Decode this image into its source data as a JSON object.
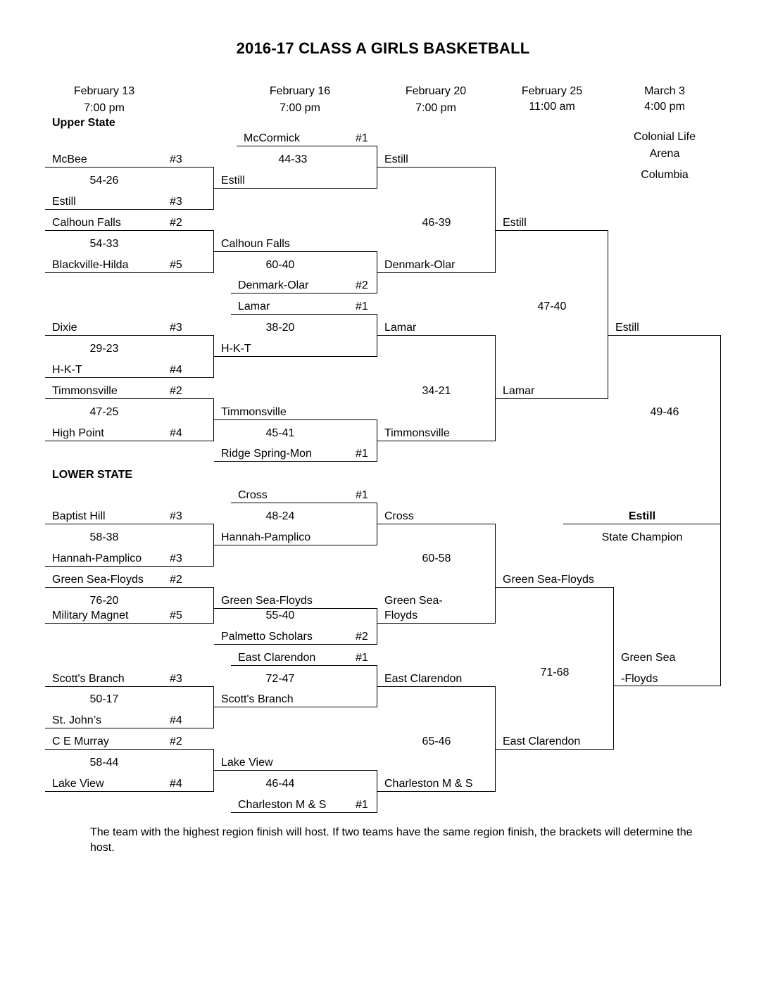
{
  "title": "2016-17 CLASS A GIRLS BASKETBALL",
  "dates": [
    {
      "date": "February 13",
      "time": "7:00 pm"
    },
    {
      "date": "February 16",
      "time": "7:00 pm"
    },
    {
      "date": "February 20",
      "time": "7:00 pm"
    },
    {
      "date": "February 25",
      "time": "11:00 am"
    },
    {
      "date": "March 3",
      "time": "4:00 pm"
    }
  ],
  "sections": {
    "upper": "Upper State",
    "lower": "LOWER STATE"
  },
  "venue": {
    "line1": "Colonial Life",
    "line2": "Arena",
    "line3": "Columbia"
  },
  "round1": {
    "g1": {
      "top": "McBee",
      "top_seed": "#3",
      "score": "54-26",
      "bottom": "Estill",
      "bottom_seed": "#3"
    },
    "g2": {
      "top": "Calhoun Falls",
      "top_seed": "#2",
      "score": "54-33",
      "bottom": "Blackville-Hilda",
      "bottom_seed": "#5"
    },
    "g3": {
      "top": "Dixie",
      "top_seed": "#3",
      "score": "29-23",
      "bottom": "H-K-T",
      "bottom_seed": "#4"
    },
    "g4": {
      "top": "Timmonsville",
      "top_seed": "#2",
      "score": "47-25",
      "bottom": "High Point",
      "bottom_seed": "#4"
    },
    "g5": {
      "top": "Baptist Hill",
      "top_seed": "#3",
      "score": "58-38",
      "bottom": "Hannah-Pamplico",
      "bottom_seed": "#3"
    },
    "g6": {
      "top": "Green Sea-Floyds",
      "top_seed": "#2",
      "score": "76-20",
      "bottom": "Military Magnet",
      "bottom_seed": "#5"
    },
    "g7": {
      "top": "Scott's Branch",
      "top_seed": "#3",
      "score": "50-17",
      "bottom": "St. John’s",
      "bottom_seed": "#4"
    },
    "g8": {
      "top": "C E Murray",
      "top_seed": "#2",
      "score": "58-44",
      "bottom": "Lake View",
      "bottom_seed": "#4"
    }
  },
  "round2": {
    "g1": {
      "seeded": "McCormick",
      "seed": "#1",
      "score": "44-33",
      "winner_r1": "Estill"
    },
    "g2": {
      "winner_r1": "Calhoun Falls",
      "score": "60-40",
      "seeded": "Denmark-Olar",
      "seed": "#2"
    },
    "g3": {
      "seeded": "Lamar",
      "seed": "#1",
      "score": "38-20",
      "winner_r1": "H-K-T"
    },
    "g4": {
      "winner_r1": "Timmonsville",
      "score": "45-41",
      "seeded": "Ridge Spring-Mon",
      "seed": "#1"
    },
    "g5": {
      "seeded": "Cross",
      "seed": "#1",
      "score": "48-24",
      "winner_r1": "Hannah-Pamplico"
    },
    "g6": {
      "winner_r1": "Green Sea-Floyds",
      "score": "55-40",
      "seeded": "Palmetto Scholars",
      "seed": "#2"
    },
    "g7": {
      "seeded": "East Clarendon",
      "seed": "#1",
      "score": "72-47",
      "winner_r1": "Scott's Branch"
    },
    "g8": {
      "winner_r1": "Lake View",
      "score": "46-44",
      "seeded": "Charleston M & S",
      "seed": "#1"
    }
  },
  "round3": {
    "g1": {
      "top": "Estill",
      "score": "46-39",
      "bottom": "Denmark-Olar"
    },
    "g2": {
      "top": "Lamar",
      "score": "34-21",
      "bottom": "Timmonsville"
    },
    "g3": {
      "top": "Cross",
      "score": "60-58",
      "bottom_line1": "Green Sea-",
      "bottom_line2": "Floyds"
    },
    "g4": {
      "top": "East Clarendon",
      "score": "65-46",
      "bottom": "Charleston M & S"
    }
  },
  "round4": {
    "upper": {
      "top": "Estill",
      "score": "47-40",
      "bottom": "Lamar"
    },
    "lower": {
      "top": "Green Sea-Floyds",
      "score": "71-68",
      "bottom": "East Clarendon"
    }
  },
  "final": {
    "upper_team": "Estill",
    "score": "49-46",
    "lower_line1": "Green Sea",
    "lower_line2": "-Floyds",
    "champion": "Estill",
    "champion_label": "State Champion"
  },
  "footnote": "The team with the highest region finish will host.  If two teams have the same region finish, the brackets will determine the host."
}
